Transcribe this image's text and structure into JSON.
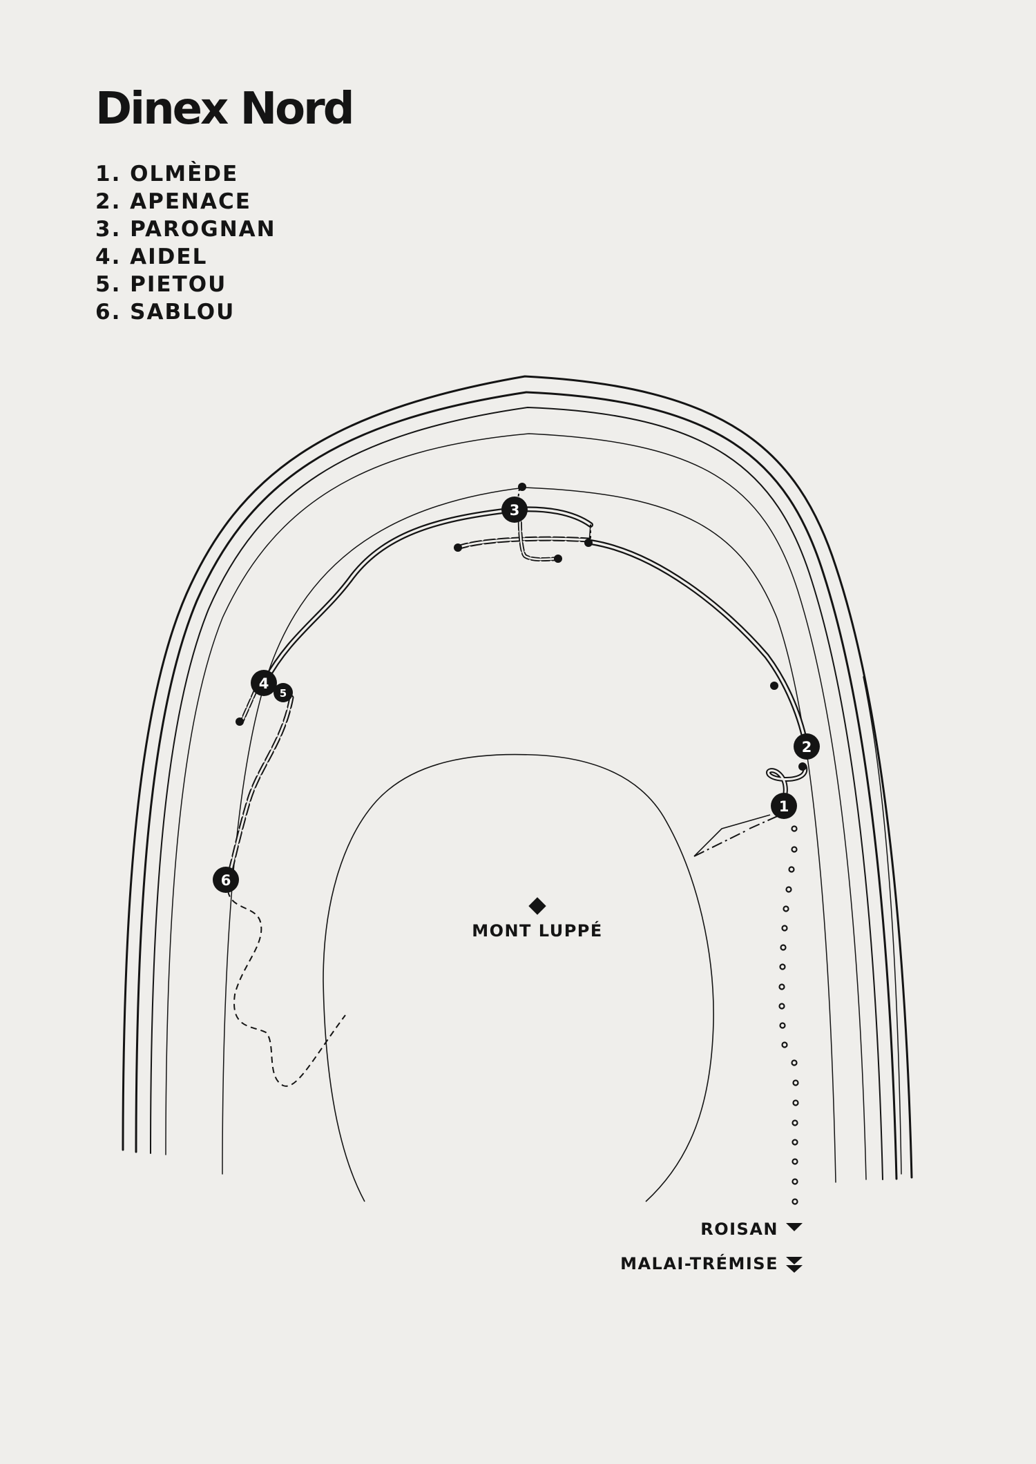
{
  "title": "Dinex Nord",
  "stations": [
    {
      "number": "1",
      "name": "OLMÈDE"
    },
    {
      "number": "2",
      "name": "APENACE"
    },
    {
      "number": "3",
      "name": "PAROGNAN"
    },
    {
      "number": "4",
      "name": "AIDEL"
    },
    {
      "number": "5",
      "name": "PIETOU"
    },
    {
      "number": "6",
      "name": "SABLOU"
    }
  ],
  "summit": {
    "name": "MONT LUPPÉ",
    "icon": "diamond-summit-icon"
  },
  "exits": [
    {
      "name": "ROISAN",
      "icon": "triangle-down-icon"
    },
    {
      "name": "MALAI-TRÉMISE",
      "icon": "double-chevron-down-icon"
    }
  ],
  "colors": {
    "background": "#efeeeb",
    "ink": "#141414",
    "marker_text": "#ffffff"
  }
}
